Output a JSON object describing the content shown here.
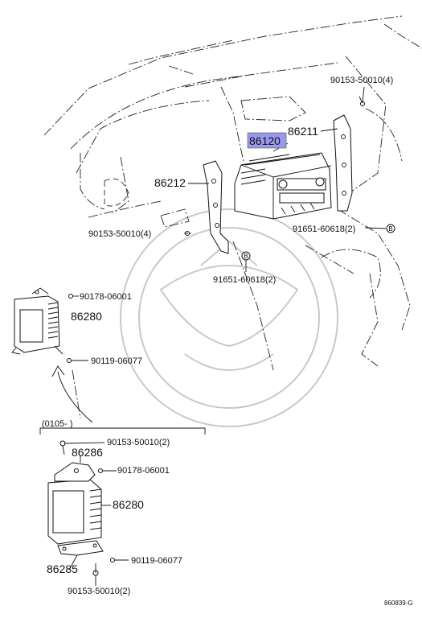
{
  "parts": {
    "p86120": "86120",
    "p86211": "86211",
    "p86212": "86212",
    "p90153_top": "90153-50010(4)",
    "p90153_left": "90153-50010(4)",
    "p91651_right": "91651-60618(2)",
    "p91651_bottom": "91651-60618(2)",
    "p90178_a": "90178-06001",
    "p86280_a": "86280",
    "p90119_a": "90119-06077",
    "p90153_mid": "90153-50010(2)",
    "p86286": "86286",
    "p90178_b": "90178-06001",
    "p86280_b": "86280",
    "p90119_b": "90119-06077",
    "p86285": "86285",
    "p90153_bot": "90153-50010(2)"
  },
  "markers": {
    "b1": "B",
    "b2": "B"
  },
  "date_range": "(0105-          )",
  "figure_code": "860839-G",
  "highlight_color": "#9999ee"
}
